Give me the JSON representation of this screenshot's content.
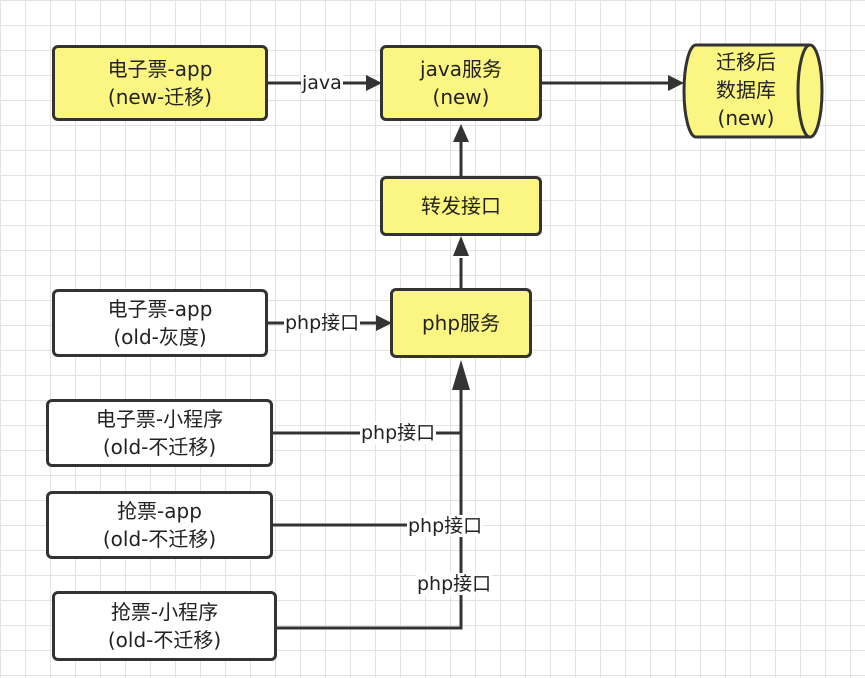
{
  "nodes": {
    "app_new": {
      "line1": "电子票-app",
      "line2": "(new-迁移)"
    },
    "java_service": {
      "line1": "java服务",
      "line2": "(new)"
    },
    "database": {
      "line1": "迁移后",
      "line2": "数据库",
      "line3": "(new)"
    },
    "forward_api": {
      "line1": "转发接口"
    },
    "php_service": {
      "line1": "php服务"
    },
    "app_old": {
      "line1": "电子票-app",
      "line2": "(old-灰度)"
    },
    "ticket_miniprogram": {
      "line1": "电子票-小程序",
      "line2": "(old-不迁移)"
    },
    "grab_app": {
      "line1": "抢票-app",
      "line2": "(old-不迁移)"
    },
    "grab_miniprogram": {
      "line1": "抢票-小程序",
      "line2": "(old-不迁移)"
    }
  },
  "edge_labels": {
    "app_new_to_java": "java",
    "app_old_to_php": "php接口",
    "miniprogram_to_php": "php接口",
    "grab_app_to_php": "php接口",
    "grab_miniprogram_to_php": "php接口"
  },
  "colors": {
    "node_fill_new": "#fbf582",
    "node_fill_old": "#ffffff",
    "stroke": "#333333",
    "grid": "#e3e3e3"
  }
}
